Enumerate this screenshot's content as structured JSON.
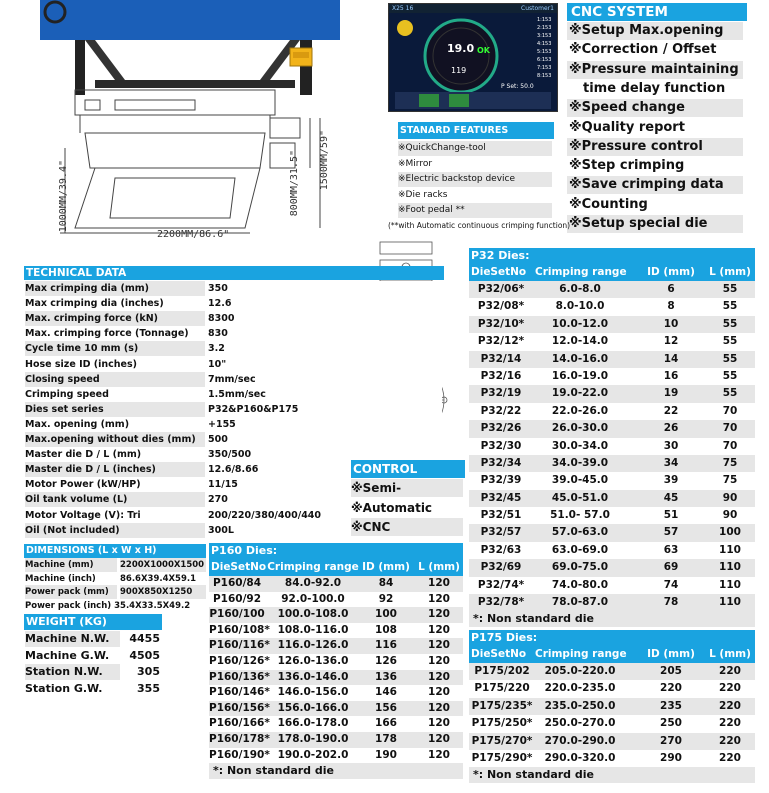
{
  "drawing": {
    "width_label": "2200MM/86.6\"",
    "height_label": "1000MM/39.4\"",
    "height2_label": "800MM/31.5\"",
    "height3_label": "1500MM/59\""
  },
  "screen": {
    "title": "X25 16",
    "user": "Customer1",
    "value_main": "19.0",
    "status": "OK",
    "value_sub": "119",
    "pset": "P Set: 50.0",
    "steps": [
      "1:153",
      "2:153",
      "3:153",
      "4:153",
      "5:153",
      "6:153",
      "7:153",
      "8:153"
    ]
  },
  "cnc": {
    "title": "CNC SYSTEM FEATURES",
    "items": [
      "※Setup Max.opening",
      "※Correction / Offset",
      "※Pressure maintaining",
      "time delay function",
      "※Speed change",
      "※Quality report",
      "※Pressure control",
      "※Step crimping",
      "※Save crimping data",
      "※Counting",
      "※Setup special die"
    ]
  },
  "standard": {
    "title": "STANARD FEATURES",
    "items": [
      "※QuickChange-tool",
      "※Mirror",
      "※Electric backstop device",
      "※Die racks",
      "※Foot pedal **"
    ],
    "note": "(**with Automatic continuous crimping function)"
  },
  "technical": {
    "title": "TECHNICAL DATA",
    "rows": [
      {
        "k": "Max crimping dia (mm)",
        "v": "350"
      },
      {
        "k": "Max crimping dia (inches)",
        "v": "12.6"
      },
      {
        "k": "Max. crimping force (kN)",
        "v": "8300"
      },
      {
        "k": "Max. crimping force (Tonnage)",
        "v": "830"
      },
      {
        "k": "Cycle time 10 mm  (s)",
        "v": "3.2"
      },
      {
        "k": "Hose size ID (inches)",
        "v": "10\""
      },
      {
        "k": "Closing speed",
        "v": "7mm/sec"
      },
      {
        "k": "Crimping speed",
        "v": "1.5mm/sec"
      },
      {
        "k": "Dies set series",
        "v": "P32&P160&P175"
      },
      {
        "k": "Max. opening (mm)",
        "v": "+155"
      },
      {
        "k": "Max.opening without dies (mm)",
        "v": "500"
      },
      {
        "k": "Master die D / L (mm)",
        "v": "350/500"
      },
      {
        "k": "Master die D / L (inches)",
        "v": "12.6/8.66"
      },
      {
        "k": "Motor Power (kW/HP)",
        "v": "11/15"
      },
      {
        "k": "Oil tank volume (L)",
        "v": "270"
      },
      {
        "k": "Motor Voltage (V): Tri",
        "v": "200/220/380/400/440"
      },
      {
        "k": "Oil (Not included)",
        "v": "300L"
      }
    ]
  },
  "control": {
    "title": "CONTROL",
    "items": [
      "※Semi-Automatic",
      "※Automatic",
      "※CNC"
    ]
  },
  "dimensions": {
    "title": "DIMENSIONS (L x W x H)",
    "rows": [
      {
        "k": "Machine  (mm)",
        "v": "2200X1000X1500"
      },
      {
        "k": "Machine  (inch)",
        "v": "86.6X39.4X59.1"
      },
      {
        "k": "Power pack  (mm)",
        "v": "900X850X1250"
      },
      {
        "k": "Power pack  (inch)",
        "v": "35.4X33.5X49.2"
      }
    ]
  },
  "weight": {
    "title": "WEIGHT (KG)",
    "rows": [
      {
        "k": "Machine N.W.",
        "v": "4455"
      },
      {
        "k": "Machine G.W.",
        "v": "4505"
      },
      {
        "k": "Station N.W.",
        "v": "305"
      },
      {
        "k": "Station G.W.",
        "v": "355"
      }
    ]
  },
  "p32": {
    "title": "P32 Dies:",
    "headers": [
      "DieSetNo",
      "Crimping range",
      "ID (mm)",
      "L (mm)"
    ],
    "rows": [
      [
        "P32/06*",
        "6.0-8.0",
        "6",
        "55"
      ],
      [
        "P32/08*",
        "8.0-10.0",
        "8",
        "55"
      ],
      [
        "P32/10*",
        "10.0-12.0",
        "10",
        "55"
      ],
      [
        "P32/12*",
        "12.0-14.0",
        "12",
        "55"
      ],
      [
        "P32/14",
        "14.0-16.0",
        "14",
        "55"
      ],
      [
        "P32/16",
        "16.0-19.0",
        "16",
        "55"
      ],
      [
        "P32/19",
        "19.0-22.0",
        "19",
        "55"
      ],
      [
        "P32/22",
        "22.0-26.0",
        "22",
        "70"
      ],
      [
        "P32/26",
        "26.0-30.0",
        "26",
        "70"
      ],
      [
        "P32/30",
        "30.0-34.0",
        "30",
        "70"
      ],
      [
        "P32/34",
        "34.0-39.0",
        "34",
        "75"
      ],
      [
        "P32/39",
        "39.0-45.0",
        "39",
        "75"
      ],
      [
        "P32/45",
        "45.0-51.0",
        "45",
        "90"
      ],
      [
        "P32/51",
        "51.0- 57.0",
        "51",
        "90"
      ],
      [
        "P32/57",
        "57.0-63.0",
        "57",
        "100"
      ],
      [
        "P32/63",
        "63.0-69.0",
        "63",
        "110"
      ],
      [
        "P32/69",
        "69.0-75.0",
        "69",
        "110"
      ],
      [
        "P32/74*",
        "74.0-80.0",
        "74",
        "110"
      ],
      [
        "P32/78*",
        "78.0-87.0",
        "78",
        "110"
      ]
    ],
    "note": "*: Non standard die"
  },
  "p160": {
    "title": "P160 Dies:",
    "headers": [
      "DieSetNo",
      "Crimping range",
      "ID (mm)",
      "L (mm)"
    ],
    "rows": [
      [
        "P160/84",
        "84.0-92.0",
        "84",
        "120"
      ],
      [
        "P160/92",
        "92.0-100.0",
        "92",
        "120"
      ],
      [
        "P160/100",
        "100.0-108.0",
        "100",
        "120"
      ],
      [
        "P160/108*",
        "108.0-116.0",
        "108",
        "120"
      ],
      [
        "P160/116*",
        "116.0-126.0",
        "116",
        "120"
      ],
      [
        "P160/126*",
        "126.0-136.0",
        "126",
        "120"
      ],
      [
        "P160/136*",
        "136.0-146.0",
        "136",
        "120"
      ],
      [
        "P160/146*",
        "146.0-156.0",
        "146",
        "120"
      ],
      [
        "P160/156*",
        "156.0-166.0",
        "156",
        "120"
      ],
      [
        "P160/166*",
        "166.0-178.0",
        "166",
        "120"
      ],
      [
        "P160/178*",
        "178.0-190.0",
        "178",
        "120"
      ],
      [
        "P160/190*",
        "190.0-202.0",
        "190",
        "120"
      ]
    ],
    "note": "*: Non standard die"
  },
  "p175": {
    "title": "P175 Dies:",
    "headers": [
      "DieSetNo",
      "Crimping range",
      "ID (mm)",
      "L (mm)"
    ],
    "rows": [
      [
        "P175/202",
        "205.0-220.0",
        "205",
        "220"
      ],
      [
        "P175/220",
        "220.0-235.0",
        "220",
        "220"
      ],
      [
        "P175/235*",
        "235.0-250.0",
        "235",
        "220"
      ],
      [
        "P175/250*",
        "250.0-270.0",
        "250",
        "220"
      ],
      [
        "P175/270*",
        "270.0-290.0",
        "270",
        "220"
      ],
      [
        "P175/290*",
        "290.0-320.0",
        "290",
        "220"
      ]
    ],
    "note": "*: Non standard die"
  }
}
